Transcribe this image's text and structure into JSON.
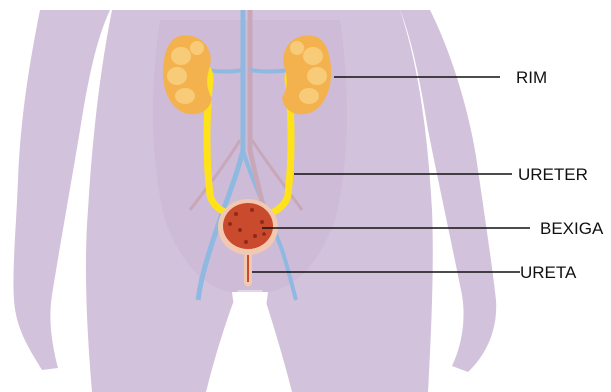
{
  "labels": {
    "kidney": "RIM",
    "ureter": "URETER",
    "bladder": "BEXIGA",
    "urethra": "URETA"
  },
  "colors": {
    "background": "#ffffff",
    "body": "#d3c2db",
    "body_shade": "#c2afcc",
    "kidney": "#f4b24f",
    "kidney_lobe": "#f7cb78",
    "ureter": "#ffe21a",
    "bladder": "#c94a2d",
    "bladder_rim": "#f2c9b0",
    "vein": "#8fb9e0",
    "artery": "#c8a8b8",
    "leader_line": "#111111"
  }
}
